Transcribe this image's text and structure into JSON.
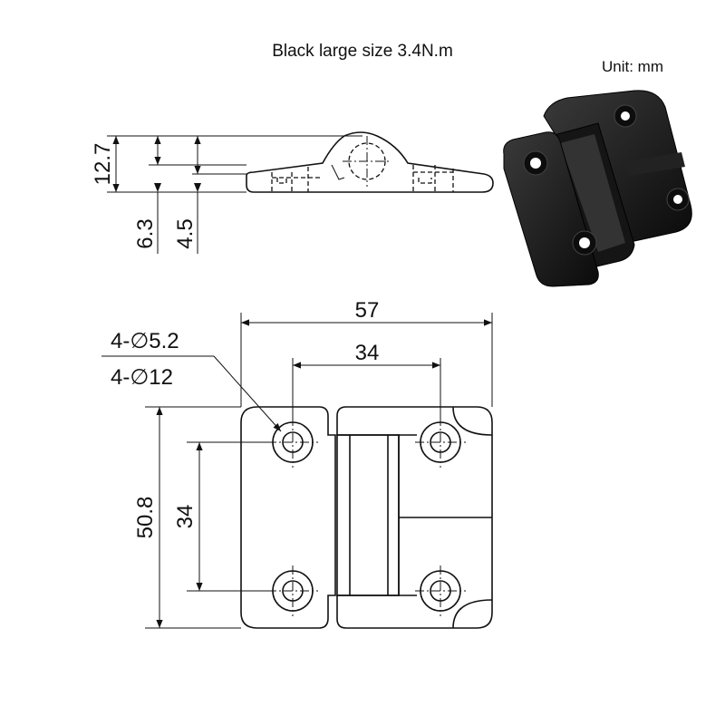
{
  "title": "Black large size 3.4N.m",
  "unit_label": "Unit:  mm",
  "side_view": {
    "dim_height_total": "12.7",
    "dim_leaf_offset": "6.3",
    "dim_leaf_thickness": "4.5"
  },
  "front_view": {
    "dim_width_total": "57",
    "dim_hole_pitch_x": "34",
    "dim_height_total": "50.8",
    "dim_hole_pitch_y": "34",
    "callout_hole": "4-∅5.2",
    "callout_counterbore": "4-∅12"
  },
  "photo": {
    "color": "#1a1a1a"
  }
}
